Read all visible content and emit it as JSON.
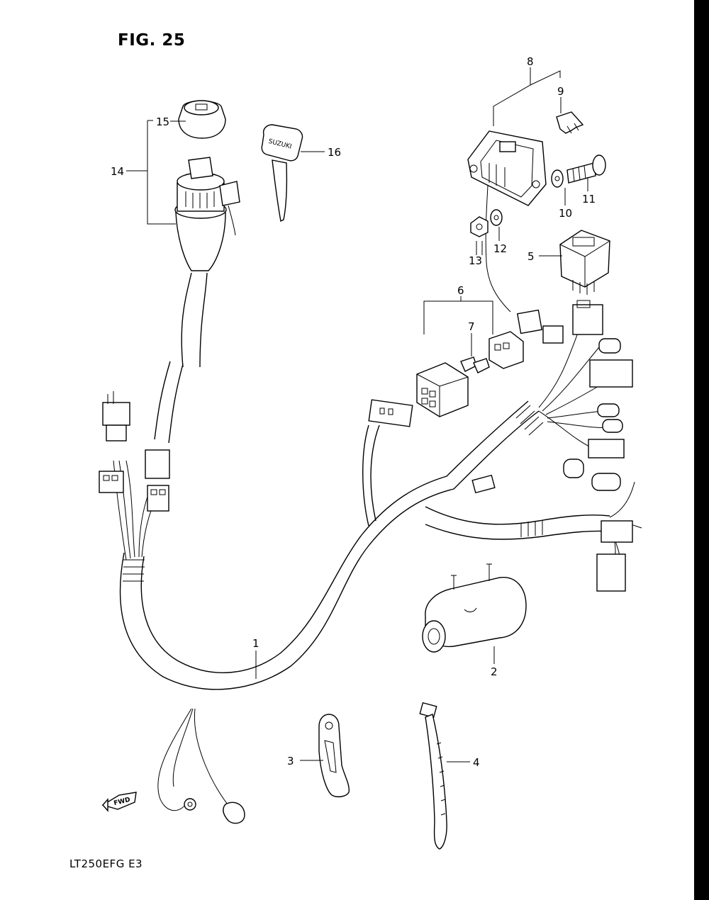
{
  "figure": {
    "title": "FIG. 25",
    "model_code": "LT250EFG  E3"
  },
  "key_brand": "SUZUKI",
  "fwd_label": "FWD",
  "callouts": [
    {
      "id": "1",
      "label": "1"
    },
    {
      "id": "2",
      "label": "2"
    },
    {
      "id": "3",
      "label": "3"
    },
    {
      "id": "4",
      "label": "4"
    },
    {
      "id": "5",
      "label": "5"
    },
    {
      "id": "6",
      "label": "6"
    },
    {
      "id": "7",
      "label": "7"
    },
    {
      "id": "8",
      "label": "8"
    },
    {
      "id": "9",
      "label": "9"
    },
    {
      "id": "10",
      "label": "10"
    },
    {
      "id": "11",
      "label": "11"
    },
    {
      "id": "12",
      "label": "12"
    },
    {
      "id": "13",
      "label": "13"
    },
    {
      "id": "14",
      "label": "14"
    },
    {
      "id": "15",
      "label": "15"
    },
    {
      "id": "16",
      "label": "16"
    }
  ]
}
